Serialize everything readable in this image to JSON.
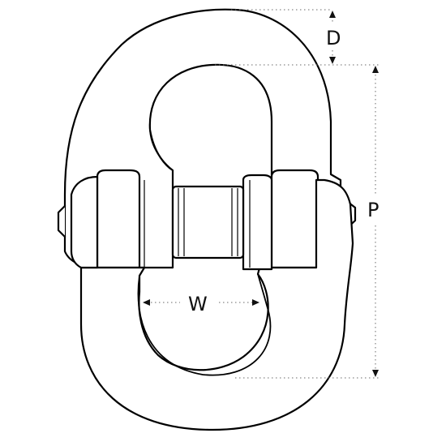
{
  "diagram": {
    "labels": {
      "depth": "D",
      "pitch": "P",
      "width": "W"
    },
    "colors": {
      "stroke": "#000000",
      "dimension": "#6a6a6a",
      "fill": "#ffffff"
    }
  }
}
